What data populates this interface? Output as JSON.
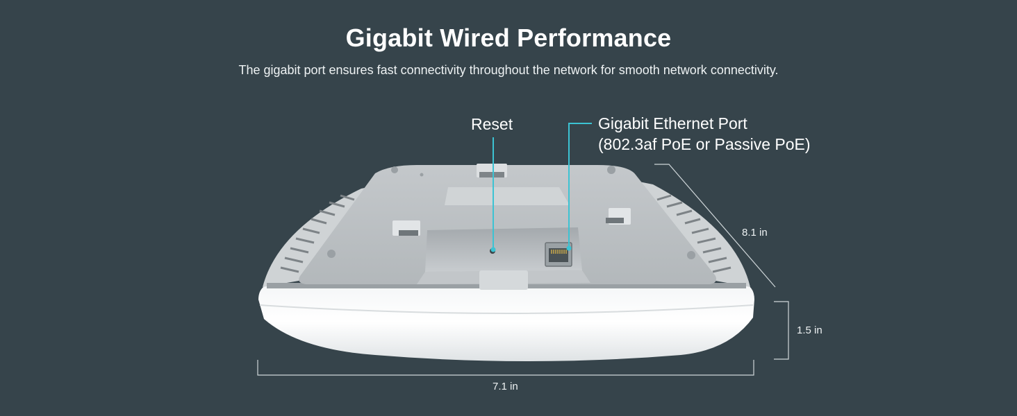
{
  "header": {
    "title": "Gigabit Wired Performance",
    "subtitle": "The gigabit port ensures fast connectivity throughout the network for smooth network connectivity."
  },
  "callouts": {
    "reset": "Reset",
    "port_line1": "Gigabit Ethernet Port",
    "port_line2": "(802.3af PoE or Passive PoE)"
  },
  "dimensions": {
    "depth": "8.1 in",
    "height": "1.5 in",
    "width": "7.1 in"
  },
  "colors": {
    "background": "#36444b",
    "accent": "#3cc3d3"
  }
}
